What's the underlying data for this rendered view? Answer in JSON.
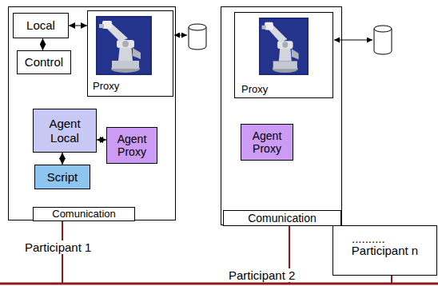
{
  "diagram": {
    "nodes": [
      {
        "text": [
          "Participant  1"
        ]
      },
      {
        "text": [
          "Local"
        ],
        "in": 0
      },
      {
        "text": [
          "Control"
        ],
        "in": 0
      },
      {
        "text": [
          "Proxy"
        ],
        "in": 0
      },
      {
        "text": [
          "Agent Local"
        ],
        "in": 0
      },
      {
        "text": [
          "Agent Proxy"
        ],
        "in": 0
      },
      {
        "text": [
          "Script"
        ],
        "in": 0
      },
      {
        "text": [
          "Comunication"
        ],
        "in": 0
      },
      {
        "text": [
          "Participant  2"
        ]
      },
      {
        "text": [
          "Proxy"
        ],
        "in": 8
      },
      {
        "text": [
          "Agent Proxy"
        ],
        "in": 8
      },
      {
        "text": [
          "Comunication"
        ],
        "in": 8
      },
      {
        "text": [
          "Participant  n"
        ]
      }
    ],
    "edges": [
      {
        "from": 1,
        "to": 2,
        "arrow": "both"
      },
      {
        "from": 1,
        "to": 3,
        "arrow": "both"
      },
      {
        "from": 4,
        "to": 5,
        "arrow": "both"
      },
      {
        "from": 4,
        "to": 6,
        "arrow": "both"
      }
    ],
    "labels": [
      ".........."
    ]
  }
}
